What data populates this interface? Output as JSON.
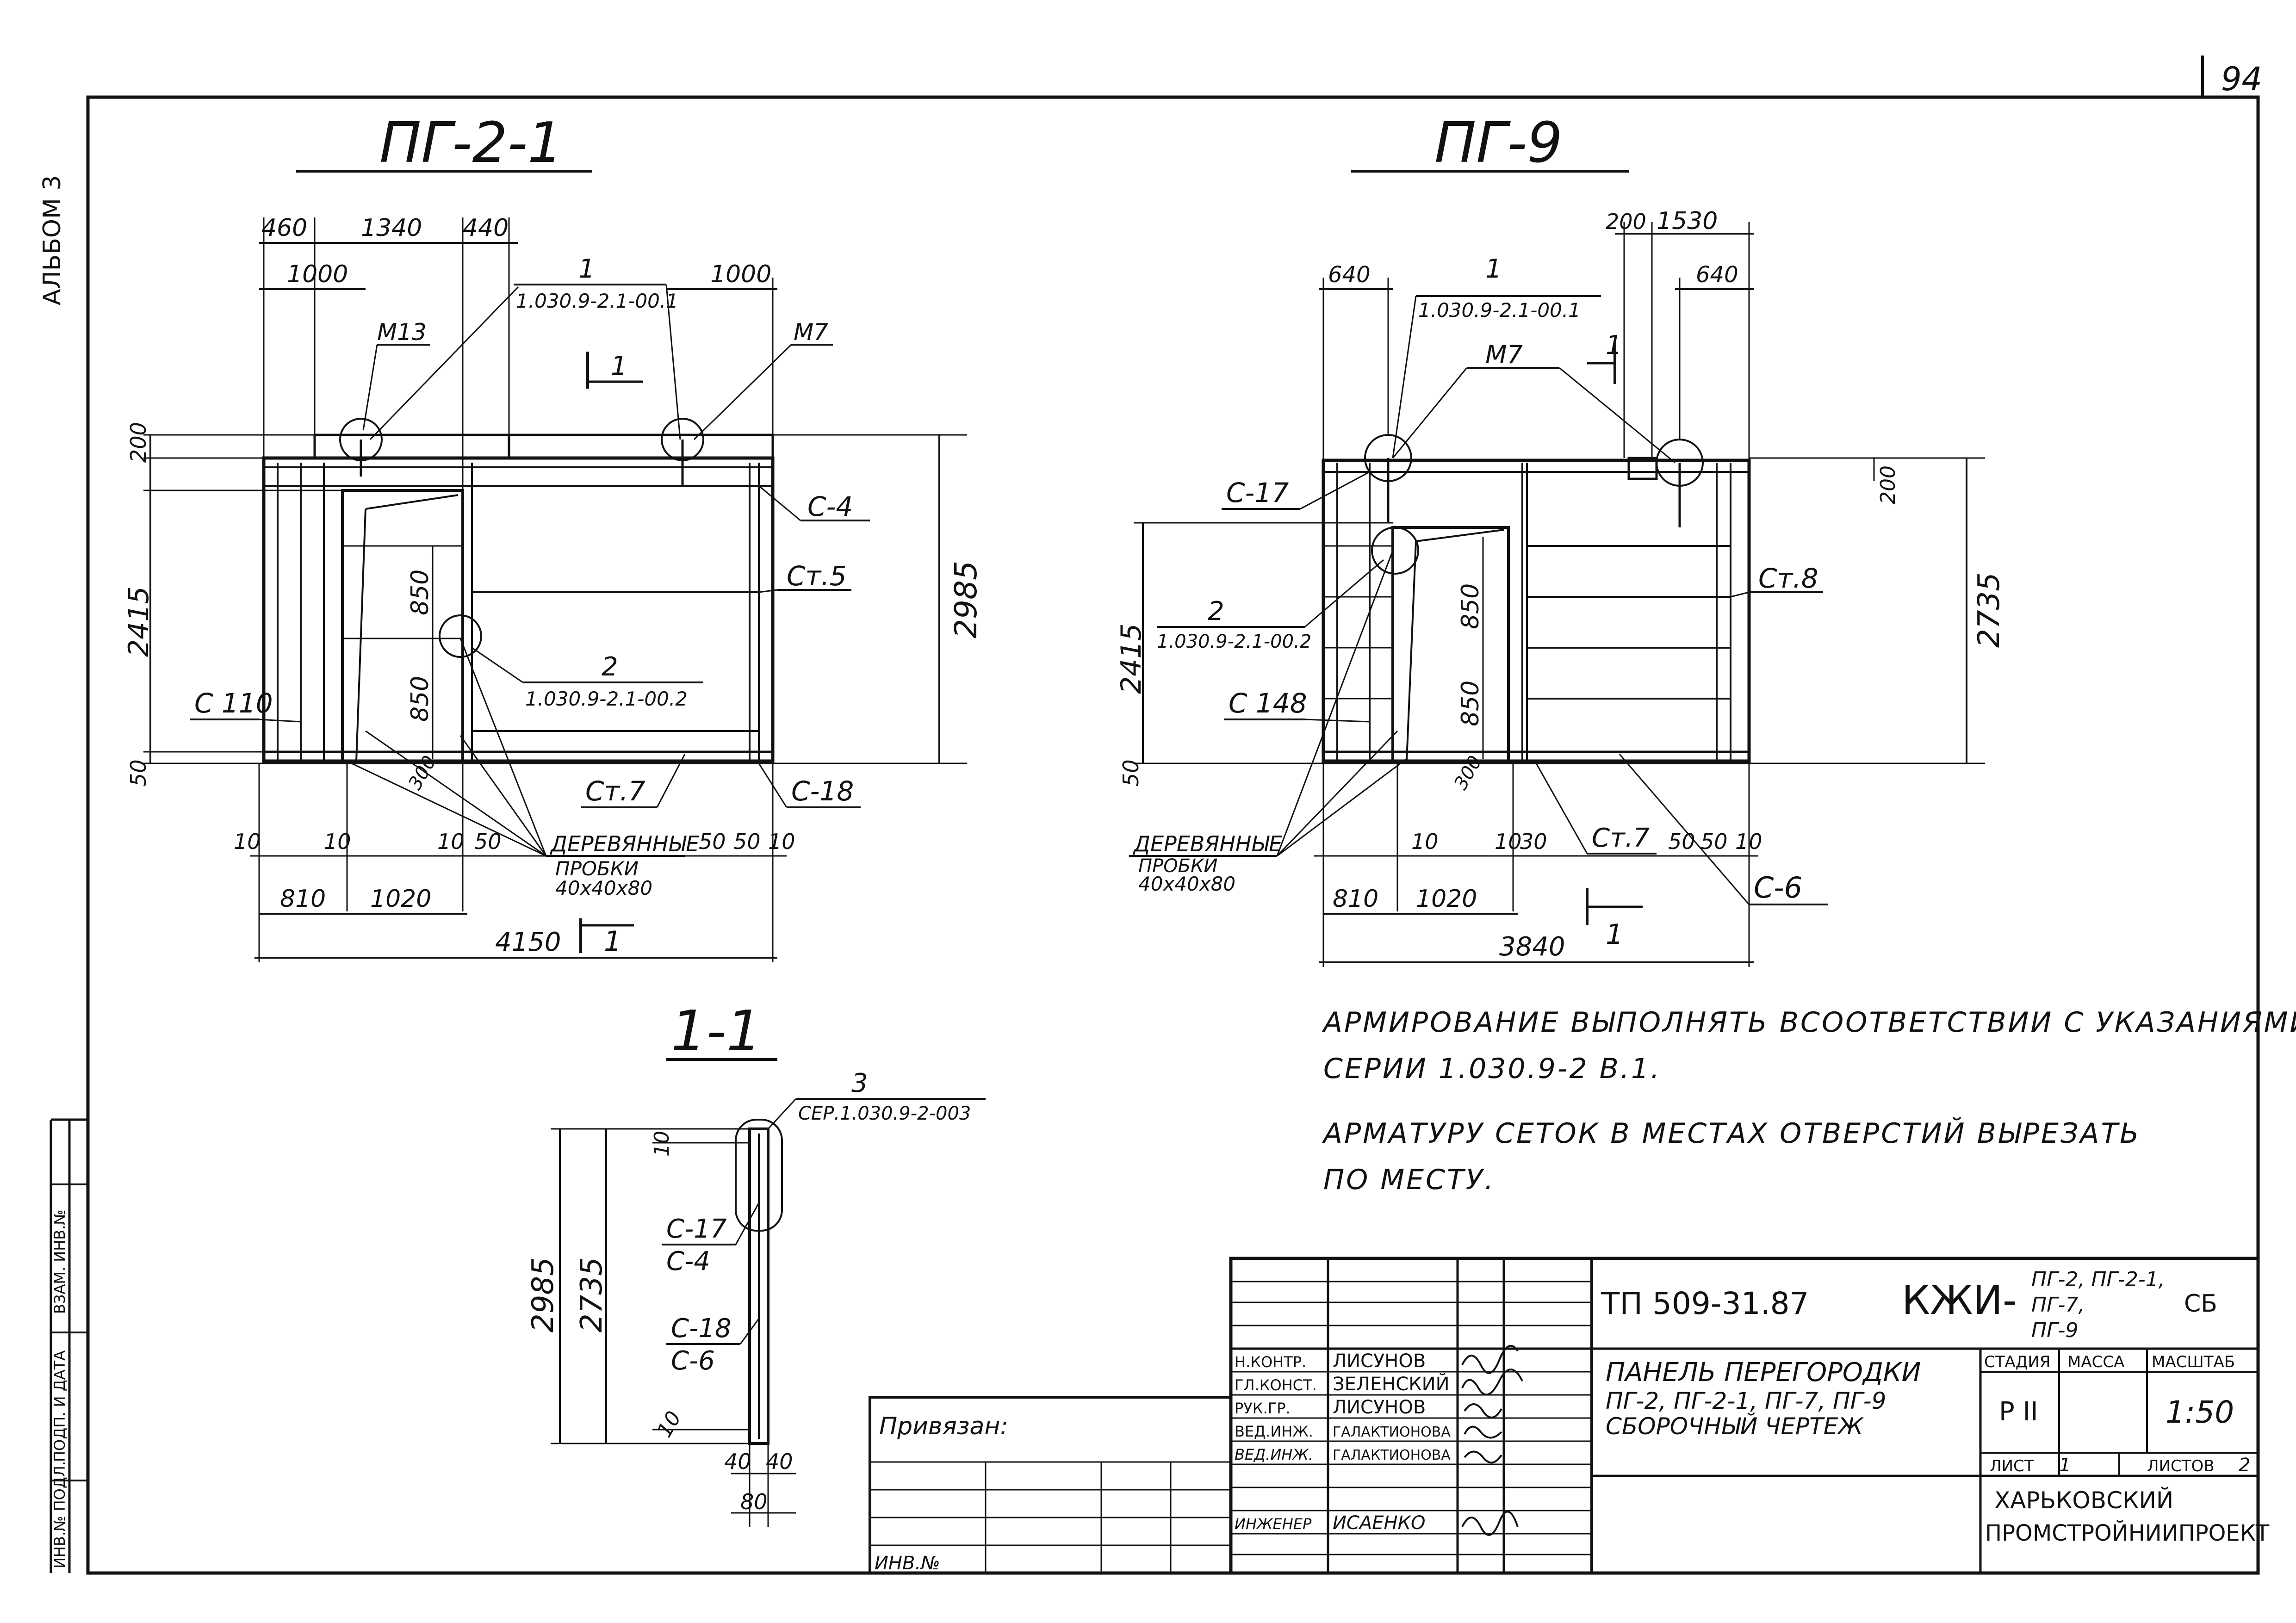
{
  "page_number": "94",
  "album_label": "АЛЬБОМ 3",
  "left_strip": {
    "label_a": "ИНВ.№ ПОДЛ.",
    "label_b": "ПОДП. И ДАТА",
    "label_c": "ВЗАМ. ИНВ.№"
  },
  "view_pg21": {
    "title": "ПГ-2-1",
    "dims_top": [
      "460",
      "1340",
      "440"
    ],
    "dim_1000_left": "1000",
    "dim_1000_right": "1000",
    "callout_1_num": "1",
    "callout_1_ref": "1.030.9-2.1-00.1",
    "m13": "М13",
    "m7": "М7",
    "section_mark": "1",
    "dim_200": "200",
    "dim_2415": "2415",
    "dim_2985": "2985",
    "dim_850_a": "850",
    "dim_850_b": "850",
    "dim_300": "300",
    "dim_50": "50",
    "c4": "С-4",
    "st5": "Ст.5",
    "callout_2_num": "2",
    "callout_2_ref": "1.030.9-2.1-00.2",
    "c110": "С 110",
    "st7": "Ст.7",
    "c18": "С-18",
    "wood_1": "ДЕРЕВЯННЫЕ",
    "wood_2": "ПРОБКИ",
    "wood_3": "40х40х80",
    "dims_bottom_small": [
      "10",
      "10",
      "10",
      "50",
      "50",
      "50",
      "10"
    ],
    "dim_810": "810",
    "dim_1020": "1020",
    "dim_4150": "4150",
    "section_mark_bottom": "1"
  },
  "view_pg9": {
    "title": "ПГ-9",
    "dim_200": "200",
    "dim_1530": "1530",
    "dim_640_left": "640",
    "dim_640_right": "640",
    "callout_1_num": "1",
    "callout_1_ref": "1.030.9-2.1-00.1",
    "m7": "М7",
    "section_mark": "1",
    "c17": "С-17",
    "dim_200r": "200",
    "st8": "Ст.8",
    "callout_2_num": "2",
    "callout_2_ref": "1.030.9-2.1-00.2",
    "dim_2415": "2415",
    "dim_2735": "2735",
    "dim_850_a": "850",
    "dim_850_b": "850",
    "c148": "С 148",
    "dim_300": "300",
    "dim_50": "50",
    "wood_1": "ДЕРЕВЯННЫЕ",
    "wood_2": "ПРОБКИ",
    "wood_3": "40х40х80",
    "dims_bottom_small": [
      "10",
      "10",
      "30",
      "50",
      "50",
      "10"
    ],
    "st7": "Ст.7",
    "c6": "С-6",
    "dim_810": "810",
    "dim_1020": "1020",
    "dim_3840": "3840",
    "section_mark_bottom": "1"
  },
  "section_11": {
    "title": "1-1",
    "callout_3_num": "3",
    "callout_3_ref": "СЕР.1.030.9-2-003",
    "dim_10_top": "10",
    "dim_10_bottom": "10",
    "dim_2985": "2985",
    "dim_2735": "2735",
    "c17": "С-17",
    "c4": "С-4",
    "c18": "С-18",
    "c6": "С-6",
    "dim_40a": "40",
    "dim_40b": "40",
    "dim_80": "80"
  },
  "notes": {
    "line1": "АРМИРОВАНИЕ ВЫПОЛНЯТЬ ВСООТВЕТСТВИИ С УКАЗАНИЯМИ",
    "line2": "СЕРИИ 1.030.9-2 В.1.",
    "line3": "АРМАТУРУ СЕТОК В МЕСТАХ ОТВЕРСТИЙ ВЫРЕЗАТЬ",
    "line4": "ПО МЕСТУ."
  },
  "title_block": {
    "doc_code": "ТП 509-31.87",
    "kzhi": "КЖИ-",
    "marks_line1": "ПГ-2, ПГ-2-1,",
    "marks_line2": "ПГ-7,",
    "marks_line3": "ПГ-9",
    "sb": "СБ",
    "name_line1": "ПАНЕЛЬ ПЕРЕГОРОДКИ",
    "name_line2": "ПГ-2, ПГ-2-1, ПГ-7, ПГ-9",
    "name_line3": "СБОРОЧНЫЙ ЧЕРТЕЖ",
    "stage_header": "СТАДИЯ",
    "mass_header": "МАССА",
    "scale_header": "МАСШТАБ",
    "stage": "Р II",
    "scale": "1:50",
    "sheet_label": "ЛИСТ",
    "sheet_value": "1",
    "sheets_label": "ЛИСТОВ",
    "sheets_value": "2",
    "org_line1": "ХАРЬКОВСКИЙ",
    "org_line2": "ПРОМСТРОЙНИИПРОЕКТ",
    "signers": [
      {
        "role": "Н.КОНТР.",
        "name": "ЛИСУНОВ"
      },
      {
        "role": "ГЛ.КОНСТ.",
        "name": "ЗЕЛЕНСКИЙ"
      },
      {
        "role": "РУК.ГР.",
        "name": "ЛИСУНОВ"
      },
      {
        "role": "ВЕД.ИНЖ.",
        "name": "ГАЛАКТИОНОВА"
      },
      {
        "role": "ВЕД.ИНЖ.",
        "name": "ГАЛАКТИОНОВА"
      },
      {
        "role": "ИНЖЕНЕР",
        "name": "ИСАЕНКО"
      }
    ],
    "privyazan": "Привязан:",
    "inv_no": "ИНВ.№"
  }
}
